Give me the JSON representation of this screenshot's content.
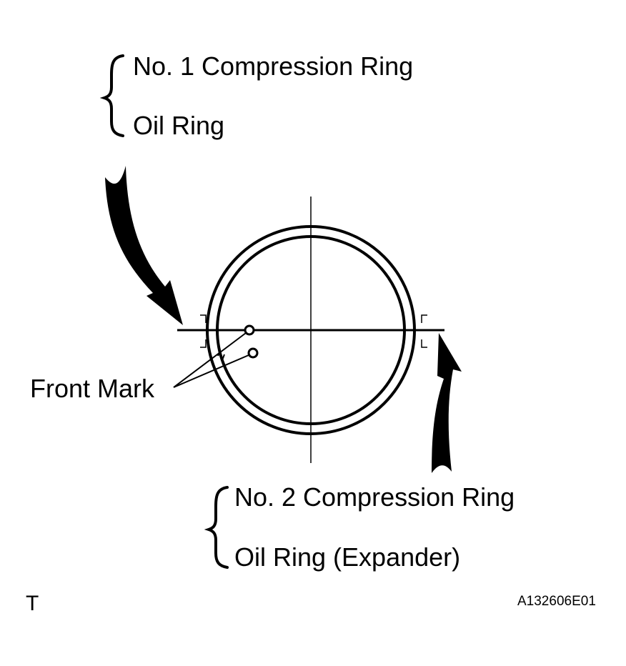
{
  "labels": {
    "group_top": {
      "item1": "No. 1 Compression Ring",
      "item2": "Oil Ring"
    },
    "group_bottom": {
      "item1": "No. 2 Compression Ring",
      "item2": "Oil Ring (Expander)"
    },
    "front_mark": "Front Mark",
    "corner_letter": "T",
    "figure_code": "A132606E01"
  },
  "colors": {
    "ink": "#000000",
    "paper": "#ffffff"
  }
}
